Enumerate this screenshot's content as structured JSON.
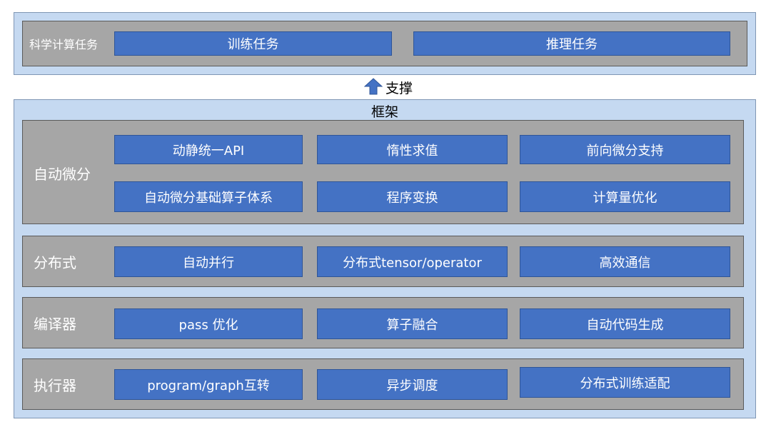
{
  "top_section": {
    "label": "科学计算任务",
    "tasks": [
      "训练任务",
      "推理任务"
    ]
  },
  "connector": {
    "label": "支撑"
  },
  "framework": {
    "title": "框架",
    "rows": [
      {
        "label": "自动微分",
        "items": [
          "动静统一API",
          "惰性求值",
          "前向微分支持",
          "自动微分基础算子体系",
          "程序变换",
          "计算量优化"
        ]
      },
      {
        "label": "分布式",
        "items": [
          "自动并行",
          "分布式tensor/operator",
          "高效通信"
        ]
      },
      {
        "label": "编译器",
        "items": [
          "pass 优化",
          "算子融合",
          "自动代码生成"
        ]
      },
      {
        "label": "执行器",
        "items": [
          "program/graph互转",
          "异步调度",
          "分布式训练适配"
        ]
      }
    ]
  },
  "colors": {
    "panel": "#c5d9f1",
    "row": "#a6a6a6",
    "box": "#4472c4",
    "arrow": "#4472c4"
  }
}
